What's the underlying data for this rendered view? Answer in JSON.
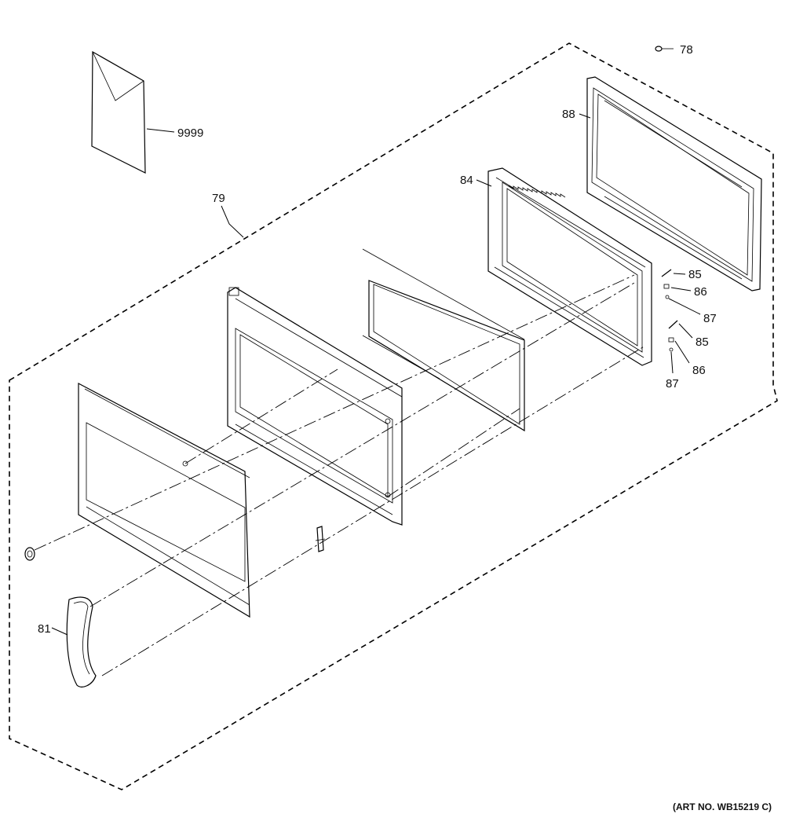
{
  "diagram": {
    "callouts": {
      "c9999": "9999",
      "c78": "78",
      "c88": "88",
      "c79": "79",
      "c84": "84",
      "c85a": "85",
      "c86a": "86",
      "c87a": "87",
      "c85b": "85",
      "c86b": "86",
      "c87b": "87",
      "c81": "81"
    },
    "art_number": "(ART NO. WB15219 C)"
  }
}
